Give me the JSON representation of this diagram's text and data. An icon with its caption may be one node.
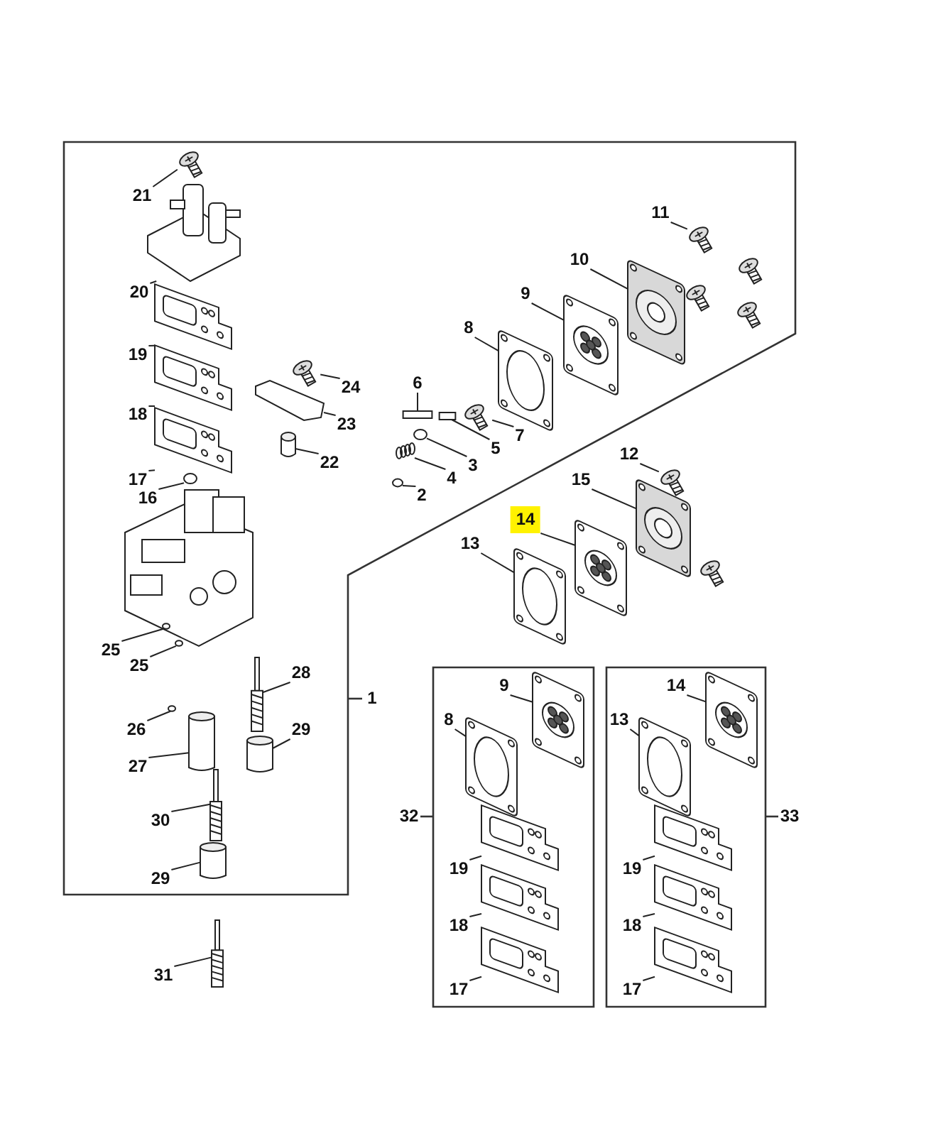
{
  "diagram": {
    "nodes": [
      {
        "text": [
          "1"
        ]
      },
      {
        "text": [
          "21"
        ],
        "in": 0
      },
      {
        "text": [
          "20"
        ],
        "in": 0
      },
      {
        "text": [
          "19"
        ],
        "in": 0
      },
      {
        "text": [
          "18"
        ],
        "in": 0
      },
      {
        "text": [
          "17"
        ],
        "in": 0
      },
      {
        "text": [
          "16"
        ],
        "in": 0
      },
      {
        "text": [
          "11"
        ],
        "in": 0
      },
      {
        "text": [
          "10"
        ],
        "in": 0
      },
      {
        "text": [
          "9"
        ],
        "in": 0
      },
      {
        "text": [
          "8"
        ],
        "in": 0
      },
      {
        "text": [
          "24"
        ],
        "in": 0
      },
      {
        "text": [
          "23"
        ],
        "in": 0
      },
      {
        "text": [
          "22"
        ],
        "in": 0
      },
      {
        "text": [
          "6"
        ],
        "in": 0
      },
      {
        "text": [
          "7"
        ],
        "in": 0
      },
      {
        "text": [
          "5"
        ],
        "in": 0
      },
      {
        "text": [
          "3"
        ],
        "in": 0
      },
      {
        "text": [
          "4"
        ],
        "in": 0
      },
      {
        "text": [
          "2"
        ],
        "in": 0
      },
      {
        "text": [
          "25"
        ],
        "in": 0
      },
      {
        "text": [
          "25"
        ],
        "in": 0
      },
      {
        "text": [
          "28"
        ],
        "in": 0
      },
      {
        "text": [
          "26"
        ],
        "in": 0
      },
      {
        "text": [
          "29"
        ],
        "in": 0
      },
      {
        "text": [
          "27"
        ],
        "in": 0
      },
      {
        "text": [
          "30"
        ],
        "in": 0
      },
      {
        "text": [
          "29"
        ],
        "in": 0
      },
      {
        "text": [
          "12"
        ]
      },
      {
        "text": [
          "15"
        ]
      },
      {
        "text": [
          "14"
        ]
      },
      {
        "text": [
          "13"
        ]
      },
      {
        "text": [
          "31"
        ]
      },
      {
        "text": [
          "32"
        ]
      },
      {
        "text": [
          "9"
        ],
        "in": 33
      },
      {
        "text": [
          "8"
        ],
        "in": 33
      },
      {
        "text": [
          "19"
        ],
        "in": 33
      },
      {
        "text": [
          "18"
        ],
        "in": 33
      },
      {
        "text": [
          "17"
        ],
        "in": 33
      },
      {
        "text": [
          "33"
        ]
      },
      {
        "text": [
          "14"
        ],
        "in": 39
      },
      {
        "text": [
          "13"
        ],
        "in": 39
      },
      {
        "text": [
          "19"
        ],
        "in": 39
      },
      {
        "text": [
          "18"
        ],
        "in": 39
      },
      {
        "text": [
          "17"
        ],
        "in": 39
      },
      {
        "text": [],
        "shape": "picture",
        "in": 0
      },
      {
        "text": [],
        "shape": "picture",
        "in": 0
      },
      {
        "text": [],
        "shape": "picture",
        "in": 0
      },
      {
        "text": [],
        "shape": "picture",
        "in": 0
      },
      {
        "text": [],
        "shape": "picture",
        "in": 0
      },
      {
        "text": [],
        "shape": "circle",
        "in": 0
      },
      {
        "text": [],
        "shape": "picture",
        "in": 0
      },
      {
        "text": [],
        "shape": "picture",
        "in": 0
      },
      {
        "text": [],
        "shape": "picture",
        "in": 0
      },
      {
        "text": [],
        "shape": "picture",
        "in": 0
      },
      {
        "text": [],
        "shape": "picture",
        "in": 0
      },
      {
        "text": [],
        "shape": "picture",
        "in": 0
      },
      {
        "text": [],
        "shape": "cylinder",
        "in": 0
      },
      {
        "text": [],
        "shape": "bar",
        "in": 0
      },
      {
        "text": [],
        "shape": "picture",
        "in": 0
      },
      {
        "text": [],
        "shape": "bar",
        "in": 0
      },
      {
        "text": [],
        "shape": "circle",
        "in": 0
      },
      {
        "text": [],
        "shape": "picture",
        "in": 0
      },
      {
        "text": [],
        "shape": "circle",
        "in": 0
      },
      {
        "text": [],
        "shape": "circle",
        "in": 0
      },
      {
        "text": [],
        "shape": "circle",
        "in": 0
      },
      {
        "text": [],
        "shape": "picture",
        "in": 0
      },
      {
        "text": [],
        "shape": "circle",
        "in": 0
      },
      {
        "text": [],
        "shape": "cylinder",
        "in": 0
      },
      {
        "text": [],
        "shape": "cylinder",
        "in": 0
      },
      {
        "text": [],
        "shape": "picture",
        "in": 0
      },
      {
        "text": [],
        "shape": "cylinder",
        "in": 0
      },
      {
        "text": [],
        "shape": "picture"
      },
      {
        "text": [],
        "shape": "picture"
      },
      {
        "text": [],
        "shape": "picture"
      },
      {
        "text": [],
        "shape": "picture"
      },
      {
        "text": [],
        "shape": "picture"
      },
      {
        "text": [],
        "shape": "picture",
        "in": 33
      },
      {
        "text": [],
        "shape": "picture",
        "in": 33
      },
      {
        "text": [],
        "shape": "picture",
        "in": 33
      },
      {
        "text": [],
        "shape": "picture",
        "in": 33
      },
      {
        "text": [],
        "shape": "picture",
        "in": 33
      },
      {
        "text": [],
        "shape": "picture",
        "in": 39
      },
      {
        "text": [],
        "shape": "picture",
        "in": 39
      },
      {
        "text": [],
        "shape": "picture",
        "in": 39
      },
      {
        "text": [],
        "shape": "picture",
        "in": 39
      },
      {
        "text": [],
        "shape": "picture",
        "in": 39
      }
    ],
    "edges": [
      {
        "from": 1,
        "to": 45,
        "arrow": "none"
      },
      {
        "from": 2,
        "to": 46,
        "arrow": "none"
      },
      {
        "from": 3,
        "to": 47,
        "arrow": "none"
      },
      {
        "from": 4,
        "to": 48,
        "arrow": "none"
      },
      {
        "from": 5,
        "to": 49,
        "arrow": "none"
      },
      {
        "from": 6,
        "to": 50,
        "arrow": "none"
      },
      {
        "from": 7,
        "to": 51,
        "arrow": "none"
      },
      {
        "from": 8,
        "to": 52,
        "arrow": "none"
      },
      {
        "from": 9,
        "to": 53,
        "arrow": "none"
      },
      {
        "from": 10,
        "to": 54,
        "arrow": "none"
      },
      {
        "from": 11,
        "to": 55,
        "arrow": "none"
      },
      {
        "from": 12,
        "to": 56,
        "arrow": "none"
      },
      {
        "from": 13,
        "to": 57,
        "arrow": "none"
      },
      {
        "from": 14,
        "to": 58,
        "arrow": "none"
      },
      {
        "from": 15,
        "to": 59,
        "arrow": "none"
      },
      {
        "from": 16,
        "to": 60,
        "arrow": "none"
      },
      {
        "from": 17,
        "to": 61,
        "arrow": "none"
      },
      {
        "from": 18,
        "to": 62,
        "arrow": "none"
      },
      {
        "from": 19,
        "to": 63,
        "arrow": "none"
      },
      {
        "from": 20,
        "to": 64,
        "arrow": "none"
      },
      {
        "from": 21,
        "to": 65,
        "arrow": "none"
      },
      {
        "from": 22,
        "to": 66,
        "arrow": "none"
      },
      {
        "from": 23,
        "to": 67,
        "arrow": "none"
      },
      {
        "from": 24,
        "to": 68,
        "arrow": "none"
      },
      {
        "from": 25,
        "to": 69,
        "arrow": "none"
      },
      {
        "from": 26,
        "to": 70,
        "arrow": "none"
      },
      {
        "from": 27,
        "to": 71,
        "arrow": "none"
      },
      {
        "from": 28,
        "to": 72,
        "arrow": "none"
      },
      {
        "from": 29,
        "to": 73,
        "arrow": "none"
      },
      {
        "from": 30,
        "to": 74,
        "arrow": "none"
      },
      {
        "from": 31,
        "to": 75,
        "arrow": "none"
      },
      {
        "from": 32,
        "to": 76,
        "arrow": "none"
      },
      {
        "from": 34,
        "to": 77,
        "arrow": "none"
      },
      {
        "from": 35,
        "to": 78,
        "arrow": "none"
      },
      {
        "from": 36,
        "to": 79,
        "arrow": "none"
      },
      {
        "from": 37,
        "to": 80,
        "arrow": "none"
      },
      {
        "from": 38,
        "to": 81,
        "arrow": "none"
      },
      {
        "from": 40,
        "to": 82,
        "arrow": "none"
      },
      {
        "from": 41,
        "to": 83,
        "arrow": "none"
      },
      {
        "from": 42,
        "to": 84,
        "arrow": "none"
      },
      {
        "from": 43,
        "to": 85,
        "arrow": "none"
      },
      {
        "from": 44,
        "to": 86,
        "arrow": "none"
      }
    ]
  }
}
